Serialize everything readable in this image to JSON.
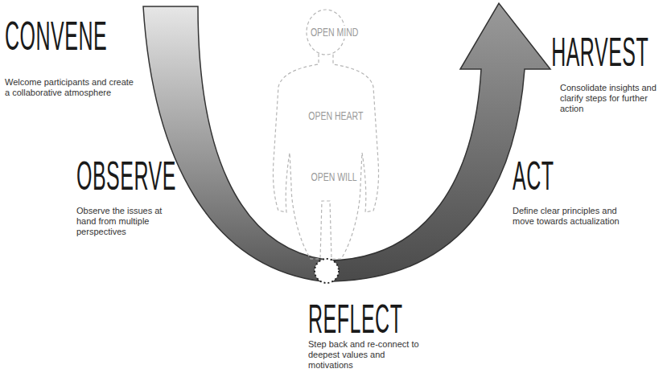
{
  "diagram": {
    "labels": [
      "CONVENE",
      "Welcome participants and create a collaborative atmosphere",
      "OBSERVE",
      "Observe the issues at hand from multiple perspectives",
      "REFLECT",
      "Step back and re-connect to deepest values and motivations",
      "ACT",
      "Define clear principles and move towards actualization",
      "HARVEST",
      "Consolidate insights and clarify steps for further action",
      "OPEN MIND",
      "OPEN HEART",
      "OPEN WILL"
    ]
  }
}
